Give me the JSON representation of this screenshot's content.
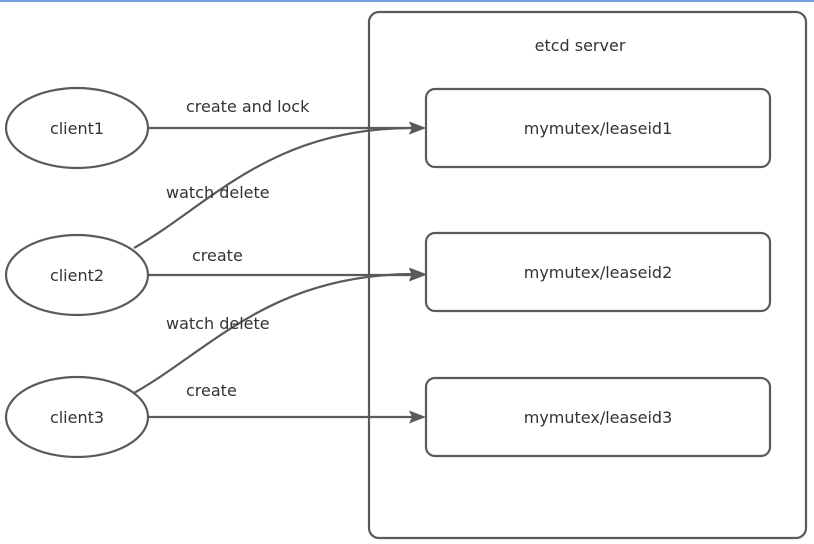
{
  "server": {
    "title": "etcd server"
  },
  "clients": [
    {
      "label": "client1"
    },
    {
      "label": "client2"
    },
    {
      "label": "client3"
    }
  ],
  "locks": [
    {
      "label": "mymutex/leaseid1"
    },
    {
      "label": "mymutex/leaseid2"
    },
    {
      "label": "mymutex/leaseid3"
    }
  ],
  "edges": {
    "create_and_lock": "create and lock",
    "watch_delete_1": "watch delete",
    "create_2": "create",
    "watch_delete_2": "watch delete",
    "create_3": "create"
  },
  "colors": {
    "stroke": "#5a5a5a",
    "text": "#333333",
    "background": "#ffffff",
    "top_border": "#4a7fd0"
  }
}
